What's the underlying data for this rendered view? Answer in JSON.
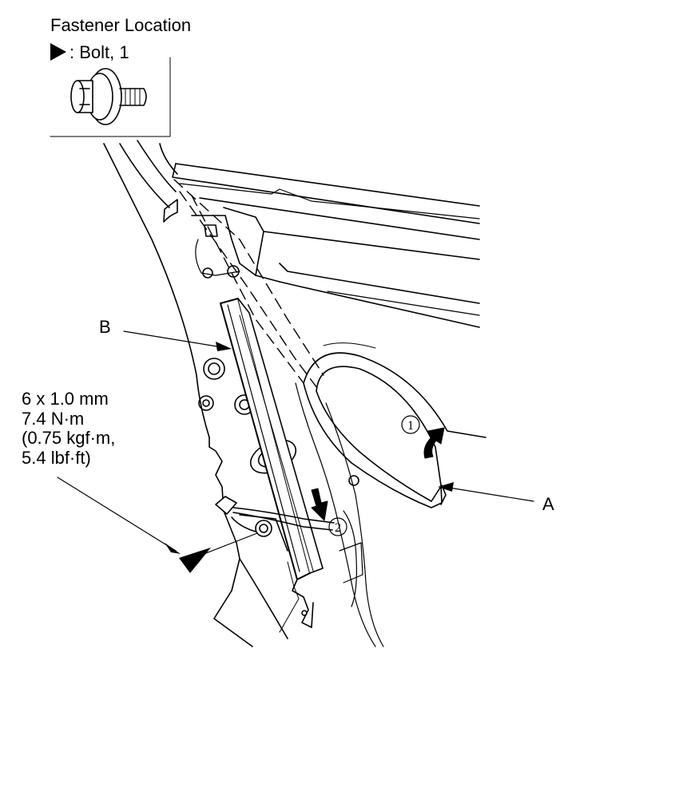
{
  "legend": {
    "title": "Fastener Location",
    "bolt_text": ": Bolt, 1",
    "symbol_icon": "filled-triangle"
  },
  "callouts": {
    "a": "A",
    "b": "B"
  },
  "steps": {
    "one": "1",
    "two": "2"
  },
  "torque_spec": {
    "size": "6 x 1.0 mm",
    "nm": "7.4 N·m",
    "kgf": "(0.75 kgf·m,",
    "lbf": "5.4 lbf·ft)"
  }
}
